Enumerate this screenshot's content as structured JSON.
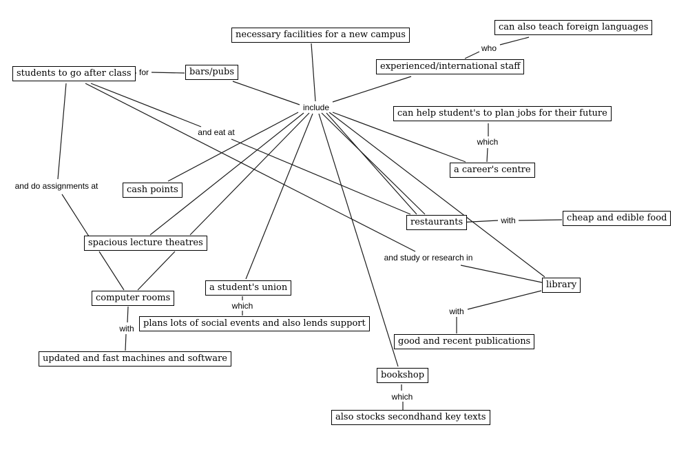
{
  "concepts": {
    "necessary_facilities": "necessary facilities for a new campus",
    "students_after_class": "students to go after class",
    "bars_pubs": "bars/pubs",
    "teach_languages": "can also teach foreign languages",
    "staff": "experienced/international staff",
    "plan_jobs": "can help student's to plan jobs for their future",
    "careers_centre": "a career's centre",
    "cash_points": "cash points",
    "restaurants": "restaurants",
    "cheap_food": "cheap and edible food",
    "lecture_theatres": "spacious lecture theatres",
    "library": "library",
    "computer_rooms": "computer rooms",
    "students_union": "a student's union",
    "social_events": "plans lots of social events and also lends support",
    "publications": "good and recent publications",
    "fast_machines": "updated and fast machines and software",
    "bookshop": "bookshop",
    "secondhand_texts": "also stocks secondhand key texts"
  },
  "linking_phrases": {
    "include": "include",
    "for": "for",
    "who": "who",
    "which_careers": "which",
    "and_eat_at": "and eat at",
    "and_do_assignments_at": "and do assignments at",
    "with_food": "with",
    "and_study_or_research_in": "and study or research in",
    "which_union": "which",
    "with_publications": "with",
    "with_machines": "with",
    "which_bookshop": "which"
  }
}
